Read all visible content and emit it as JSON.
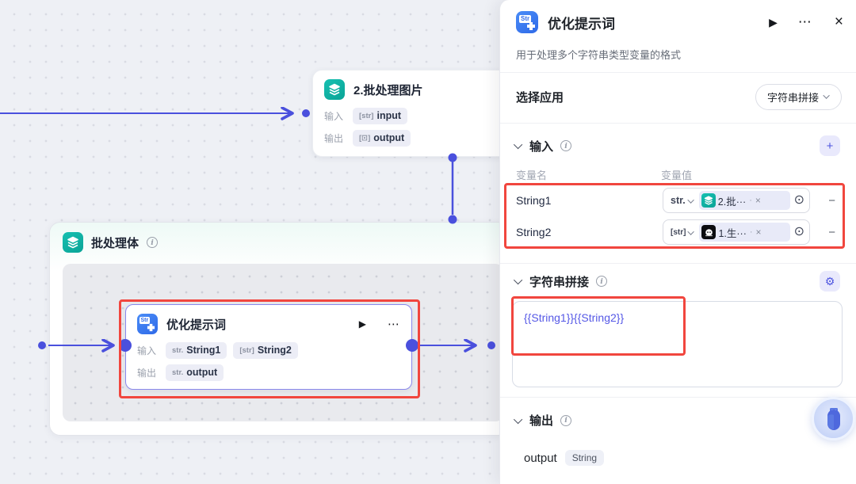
{
  "icons": {
    "play": "▶",
    "more": "⋯",
    "close": "×",
    "add": "+",
    "gear": "⚙",
    "info": "i",
    "remove": "−",
    "clear": "×",
    "ref_dot": "·",
    "settings_circle": "⊙",
    "node_badge_label": "Str"
  },
  "panel": {
    "title": "优化提示词",
    "subtitle": "用于处理多个字符串类型变量的格式",
    "app_row": {
      "label": "选择应用",
      "value": "字符串拼接"
    },
    "input": {
      "title": "输入",
      "col_name": "变量名",
      "col_value": "变量值",
      "rows": [
        {
          "name": "String1",
          "type": "str.",
          "ref": "2.批···"
        },
        {
          "name": "String2",
          "type": "[str]",
          "ref": "1.生···"
        }
      ]
    },
    "concat": {
      "title": "字符串拼接",
      "expression": "{{String1}}{{String2}}"
    },
    "output": {
      "title": "输出",
      "name": "output",
      "type": "String"
    }
  },
  "canvas": {
    "batch_image_node": {
      "title": "2.批处理图片",
      "rows": [
        {
          "label": "输入",
          "type": "[str]",
          "name": "input"
        },
        {
          "label": "输出",
          "type": "[⊡]",
          "name": "output"
        }
      ]
    },
    "batch_body": {
      "title": "批处理体"
    },
    "prompt_node": {
      "title": "优化提示词",
      "input_label": "输入",
      "output_label": "输出",
      "inputs": [
        {
          "type": "str.",
          "name": "String1"
        },
        {
          "type": "[str]",
          "name": "String2"
        }
      ],
      "output": {
        "type": "str.",
        "name": "output"
      }
    }
  },
  "colors": {
    "edge_blue": "#4a50dd",
    "teal": "#10b2a4",
    "node_blue": "#3a7bf2",
    "highlight_red": "#f1463e",
    "expression_purple": "#5558e6"
  }
}
